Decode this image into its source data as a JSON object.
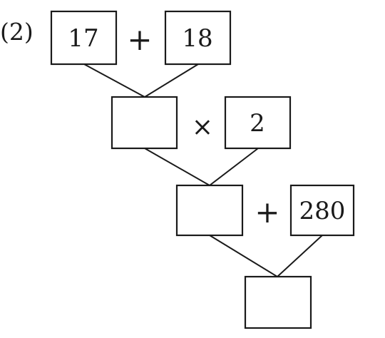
{
  "problem_label": "(2)",
  "operators": {
    "op1": "+",
    "op2": "×",
    "op3": "+"
  },
  "boxes": {
    "box1": "17",
    "box2": "18",
    "box3": "",
    "box4": "2",
    "box5": "",
    "box6": "280",
    "box7": ""
  }
}
